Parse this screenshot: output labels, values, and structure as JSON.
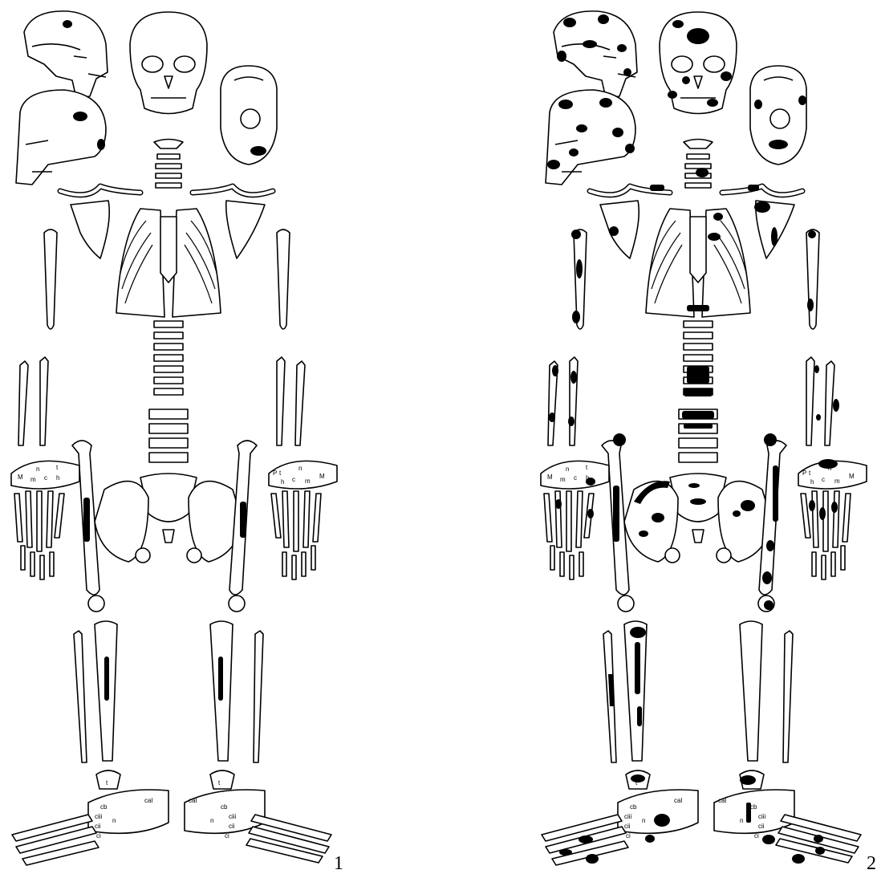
{
  "panels": [
    {
      "id": "1",
      "number_label": "1",
      "hand_bone_labels": [
        "M",
        "n",
        "c",
        "t",
        "m",
        "h"
      ],
      "hand_bone_labels_right": [
        "P",
        "t",
        "n",
        "h",
        "c",
        "m",
        "M"
      ],
      "foot_bone_labels_left": [
        "cal",
        "cb",
        "ciii",
        "cii",
        "n",
        "ci"
      ],
      "foot_bone_labels_right": [
        "cal",
        "cb",
        "n",
        "ciii",
        "cii",
        "ci"
      ],
      "talus_label": "t"
    },
    {
      "id": "2",
      "number_label": "2",
      "hand_bone_labels": [
        "M",
        "n",
        "c",
        "t",
        "m",
        "h"
      ],
      "hand_bone_labels_right": [
        "P",
        "t",
        "n",
        "h",
        "c",
        "m",
        "M"
      ],
      "foot_bone_labels_left": [
        "cal",
        "cb",
        "ciii",
        "cii",
        "n",
        "ci"
      ],
      "foot_bone_labels_right": [
        "cal",
        "cb",
        "n",
        "ciii",
        "cii",
        "ci"
      ],
      "talus_label": "t"
    }
  ],
  "colors": {
    "ink": "#000000",
    "paper": "#ffffff"
  }
}
